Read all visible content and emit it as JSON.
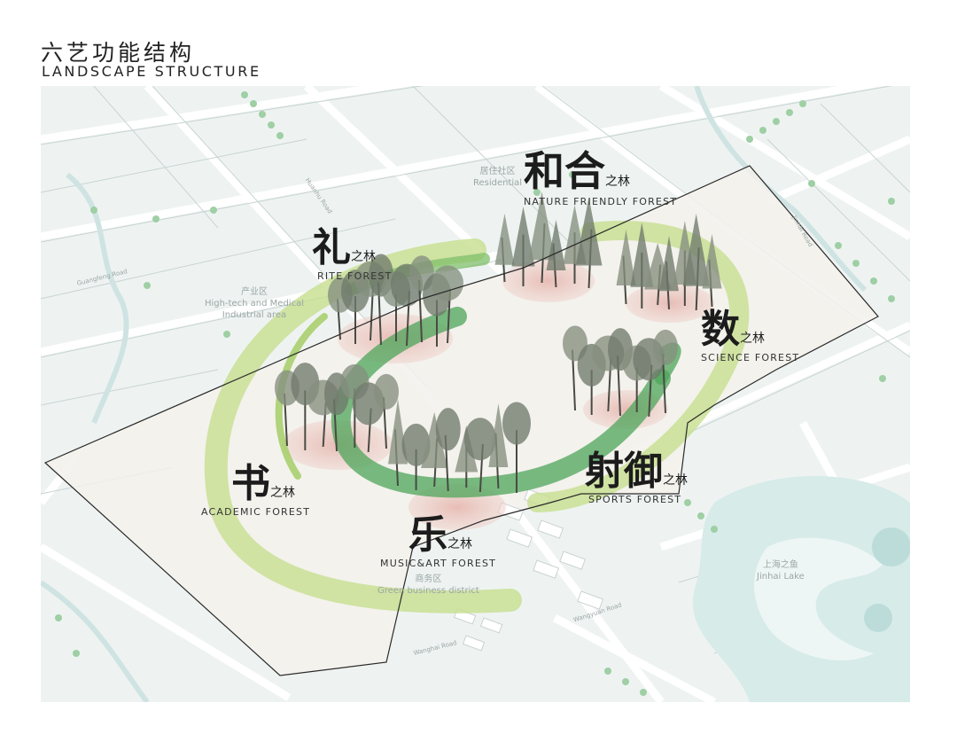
{
  "header": {
    "title_zh": "六艺功能结构",
    "title_en": "LANDSCAPE STRUCTURE"
  },
  "forests": {
    "li": {
      "name": "礼",
      "suffix": "之林",
      "en": "RITE FOREST"
    },
    "hehe": {
      "name": "和合",
      "suffix": "之林",
      "en": "NATURE FRIENDLY FOREST"
    },
    "shu": {
      "name": "数",
      "suffix": "之林",
      "en": "SCIENCE FOREST"
    },
    "sheyu": {
      "name": "射御",
      "suffix": "之林",
      "en": "SPORTS FOREST"
    },
    "shu_book": {
      "name": "书",
      "suffix": "之林",
      "en": "ACADEMIC FOREST"
    },
    "yue": {
      "name": "乐",
      "suffix": "之林",
      "en": "MUSIC&ART FOREST"
    }
  },
  "places": {
    "residential_zh": "居住社区",
    "residential_en": "Residential",
    "industry_zh": "产业区",
    "industry_en1": "High-tech and Medical",
    "industry_en2": "Industrial area",
    "business_zh": "商务区",
    "business_en": "Green business district",
    "lake_zh": "上海之鱼",
    "lake_en": "Jinhai Lake"
  },
  "roads": {
    "guangfeng": "Guangfeng Road",
    "wanghai": "Wanghai Road",
    "jinhai": "Jinhai Road",
    "wangyuan": "Wangyuan Road",
    "huanhu": "Huanhu Road"
  },
  "colors": {
    "ring_dark": "#3e9a4c",
    "ring_light": "#b9d67a",
    "pink": "#e8c2bc",
    "water": "#d7ebe9",
    "tree": "#6f7a6c",
    "boundary": "#2a2a2a"
  }
}
